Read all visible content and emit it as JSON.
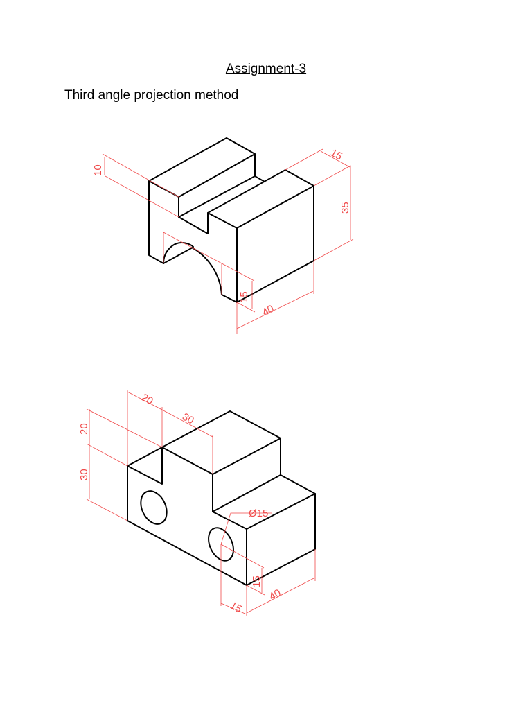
{
  "document": {
    "title": "Assignment-3",
    "subtitle": "Third angle projection method"
  },
  "figure1": {
    "dimensions": {
      "slot_depth": "10",
      "ridge_width": "15",
      "height": "35",
      "arch_height": "15",
      "depth": "40"
    },
    "colors": {
      "object_lines": "#000000",
      "dimension_lines": "#f04a4a"
    }
  },
  "figure2": {
    "dimensions": {
      "notch_width": "20",
      "block_width": "30",
      "notch_height": "20",
      "base_height": "30",
      "hole_diameter": "Ø15",
      "step_height": "15",
      "hole_offset": "15",
      "depth": "40"
    },
    "colors": {
      "object_lines": "#000000",
      "dimension_lines": "#f04a4a"
    }
  }
}
